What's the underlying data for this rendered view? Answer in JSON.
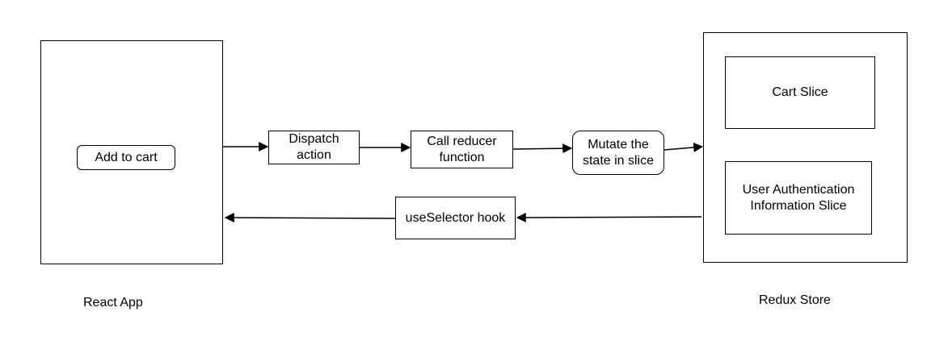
{
  "react_app": {
    "label": "React App",
    "button": "Add to cart"
  },
  "steps": {
    "dispatch": "Dispatch\naction",
    "call_reducer": "Call reducer\nfunction",
    "mutate": "Mutate the\nstate in slice",
    "use_selector": "useSelector hook"
  },
  "redux_store": {
    "label": "Redux Store",
    "cart_slice": "Cart Slice",
    "auth_slice": "User Authentication\nInformation Slice"
  }
}
